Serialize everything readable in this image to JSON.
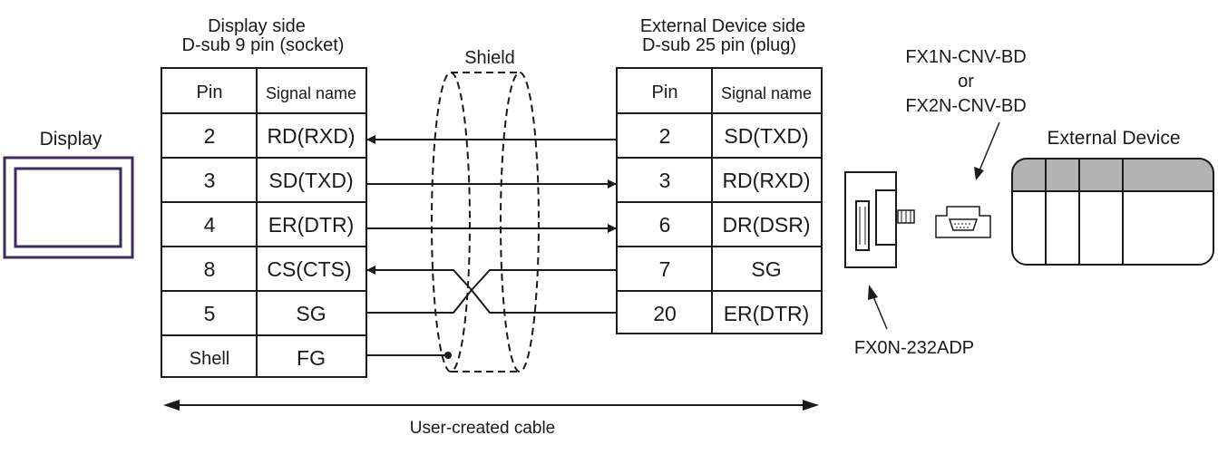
{
  "display_side": {
    "title_line1": "Display side",
    "title_line2": "D-sub 9 pin (socket)",
    "header_pin": "Pin",
    "header_signal": "Signal name",
    "rows": [
      {
        "pin": "2",
        "signal": "RD(RXD)"
      },
      {
        "pin": "3",
        "signal": "SD(TXD)"
      },
      {
        "pin": "4",
        "signal": "ER(DTR)"
      },
      {
        "pin": "8",
        "signal": "CS(CTS)"
      },
      {
        "pin": "5",
        "signal": "SG"
      },
      {
        "pin": "Shell",
        "signal": "FG"
      }
    ]
  },
  "external_side": {
    "title_line1": "External Device side",
    "title_line2": "D-sub 25 pin (plug)",
    "header_pin": "Pin",
    "header_signal": "Signal name",
    "rows": [
      {
        "pin": "2",
        "signal": "SD(TXD)"
      },
      {
        "pin": "3",
        "signal": "RD(RXD)"
      },
      {
        "pin": "6",
        "signal": "DR(DSR)"
      },
      {
        "pin": "7",
        "signal": "SG"
      },
      {
        "pin": "20",
        "signal": "ER(DTR)"
      }
    ]
  },
  "labels": {
    "display": "Display",
    "shield": "Shield",
    "cable": "User-created cable",
    "board_line1": "FX1N-CNV-BD",
    "board_line2": "or",
    "board_line3": "FX2N-CNV-BD",
    "external_device": "External Device",
    "adapter": "FX0N-232ADP"
  },
  "colors": {
    "display_frame": "#3d2b5c",
    "device_header": "#b3b3b3",
    "line": "#1a1a1a"
  }
}
